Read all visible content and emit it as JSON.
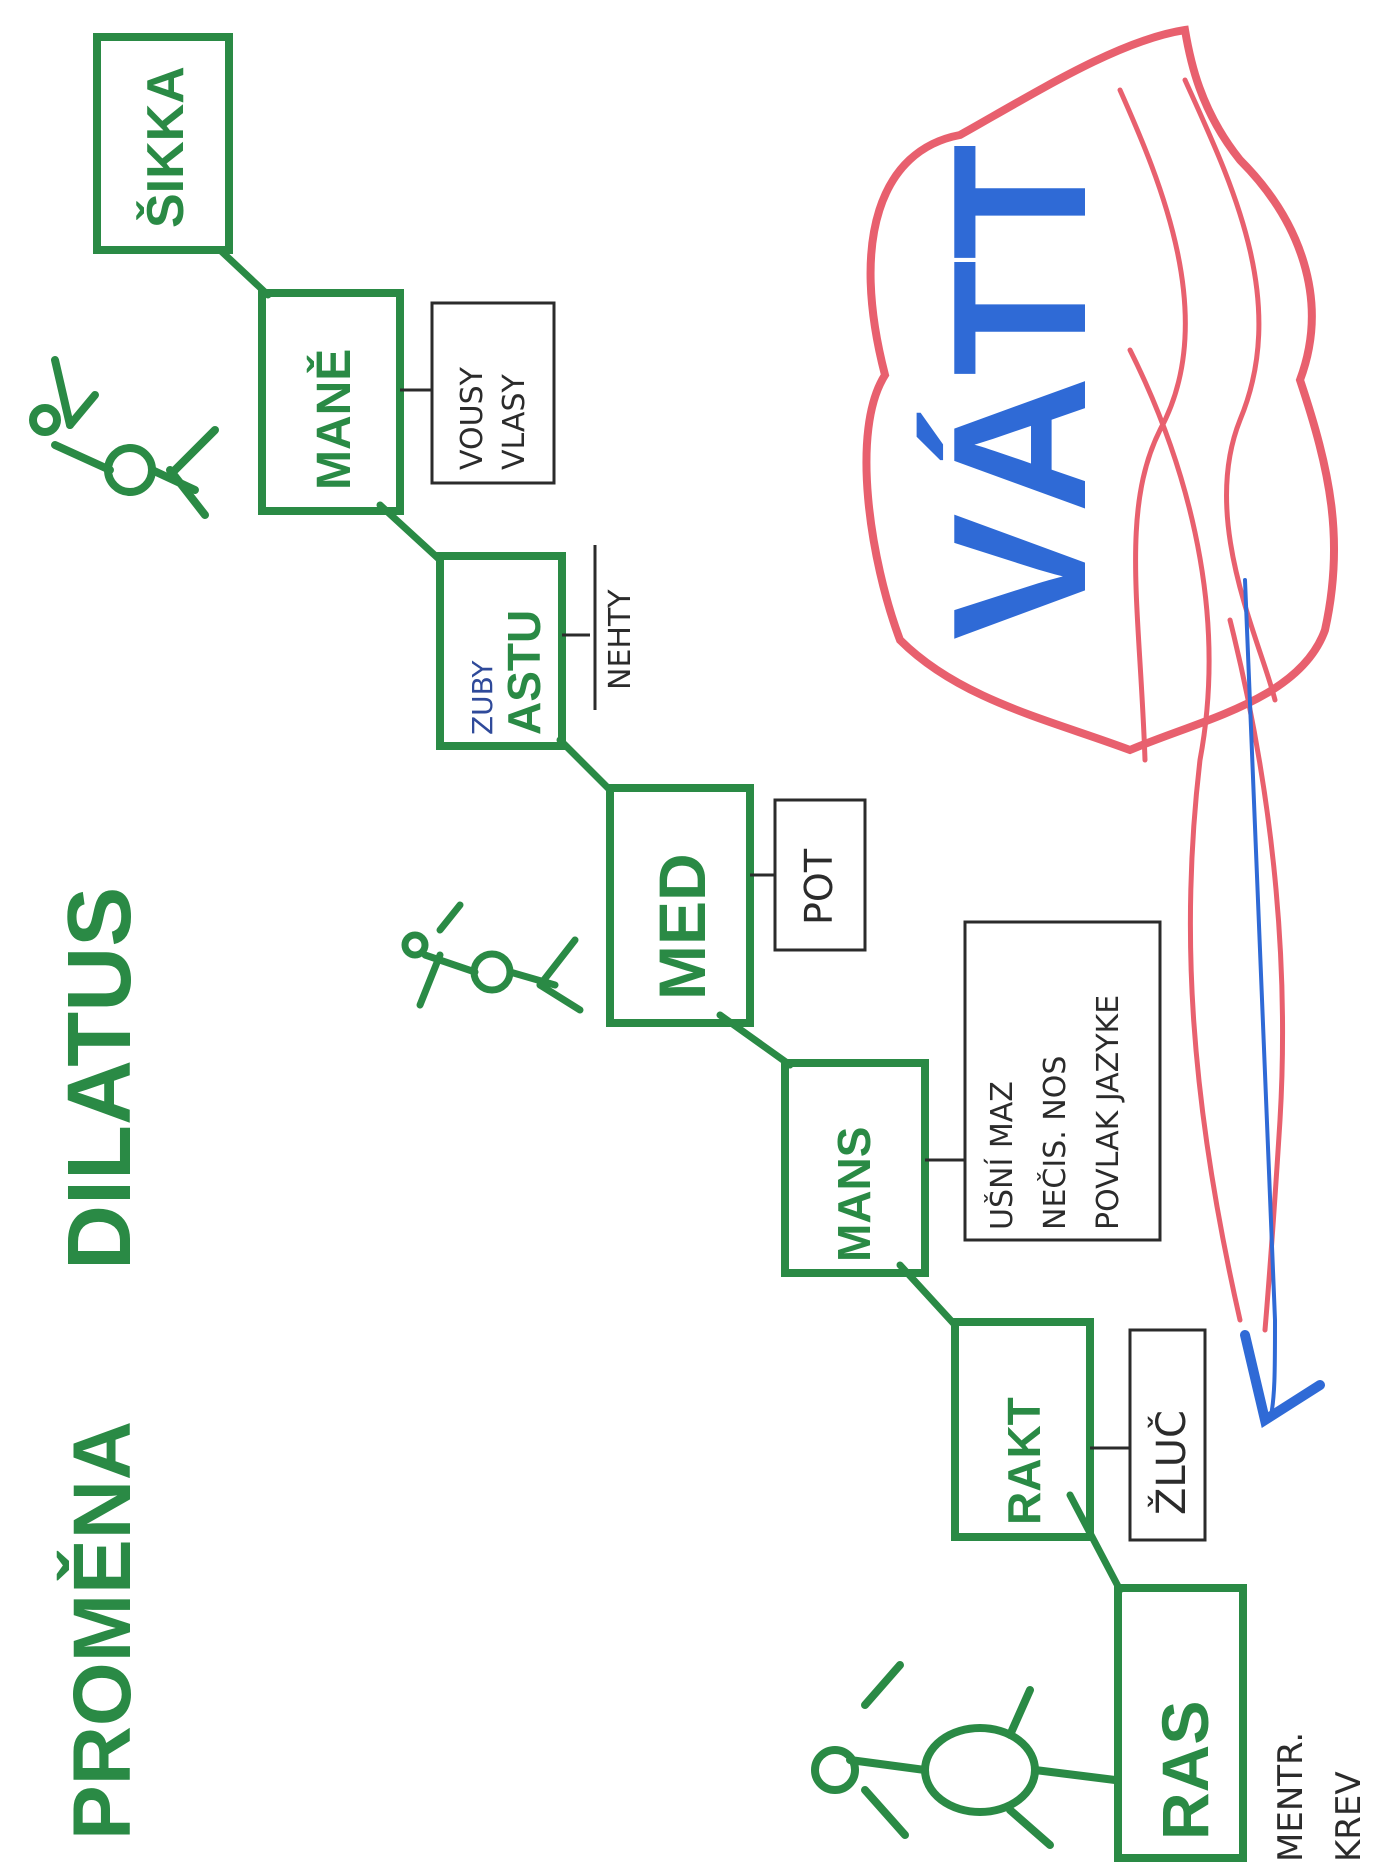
{
  "colors": {
    "green": "#2a8a45",
    "dark": "#2b2b2b",
    "red": "#e8606e",
    "blue": "#2f6ad6"
  },
  "titles": {
    "promena": "PROMĚNA",
    "dilatus": "DILATUS"
  },
  "chain": {
    "sikka": "ŠIKKA",
    "mane": "MANĚ",
    "astu": "ASTU",
    "med": "MED",
    "mans": "MANS",
    "rakt": "RAKT",
    "ras": "RAS"
  },
  "notes": {
    "mane_1": "VOUSY",
    "mane_2": "VLASY",
    "astu_above": "ZUBY",
    "astu_side": "NEHTY",
    "med": "POT",
    "mans_1": "UŠNÍ MAZ",
    "mans_2": "NEČIS. NOS",
    "mans_3": "POVLAK JAZYKE",
    "rakt": "ŽLUČ",
    "ras_1": "MENTR.",
    "ras_2": "KREV"
  },
  "cycle": {
    "label": "VÁTT"
  },
  "icons": [
    "stick-figure-icon",
    "stick-figure-icon",
    "stick-figure-icon",
    "cloud-icon",
    "return-arrow-icon"
  ]
}
